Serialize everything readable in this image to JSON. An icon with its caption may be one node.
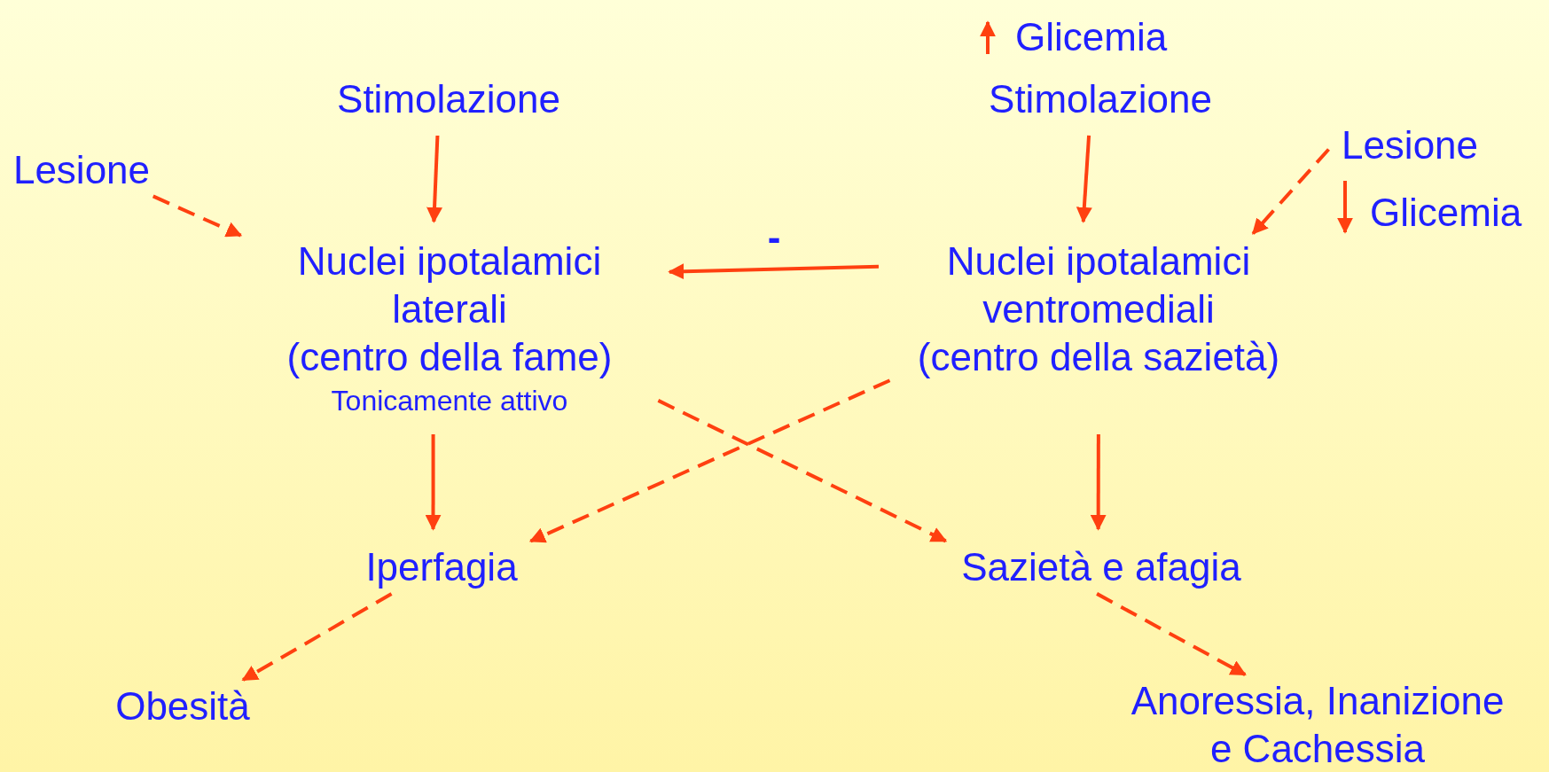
{
  "diagram": {
    "nodes": [
      {
        "text": [
          "Lesione"
        ]
      },
      {
        "text": [
          "Stimolazione"
        ]
      },
      {
        "text": [
          "Nuclei ipotalamici laterali",
          "(centro della fame)",
          "Tonicamente attivo"
        ]
      },
      {
        "text": [
          "Stimolazione"
        ]
      },
      {
        "text": [
          "Lesione"
        ]
      },
      {
        "text": [
          "Nuclei ipotalamici ventromediali",
          "(centro della sazietà)"
        ]
      },
      {
        "text": [
          "Iperfagia"
        ]
      },
      {
        "text": [
          "Sazietà e afagia"
        ]
      },
      {
        "text": [
          "Obesità"
        ]
      },
      {
        "text": [
          "Anoressia, Inanizione e Cachessia"
        ]
      }
    ],
    "edges": [
      {
        "from": 0,
        "to": 2,
        "arrow": "to",
        "style": "dashed"
      },
      {
        "from": 1,
        "to": 2,
        "arrow": "to"
      },
      {
        "from": 3,
        "to": 5,
        "arrow": "to"
      },
      {
        "from": 4,
        "to": 5,
        "arrow": "to",
        "style": "dashed"
      },
      {
        "from": 5,
        "to": 2,
        "arrow": "to",
        "label": "-"
      },
      {
        "from": 2,
        "to": 6,
        "arrow": "to"
      },
      {
        "from": 5,
        "to": 7,
        "arrow": "to"
      },
      {
        "from": 2,
        "to": 7,
        "arrow": "to",
        "style": "dashed"
      },
      {
        "from": 5,
        "to": 6,
        "arrow": "to",
        "style": "dashed"
      },
      {
        "from": 6,
        "to": 8,
        "arrow": "to",
        "style": "dashed"
      },
      {
        "from": 7,
        "to": 9,
        "arrow": "to",
        "style": "dashed"
      }
    ],
    "labels": [
      "Glicemia",
      "Glicemia"
    ]
  }
}
